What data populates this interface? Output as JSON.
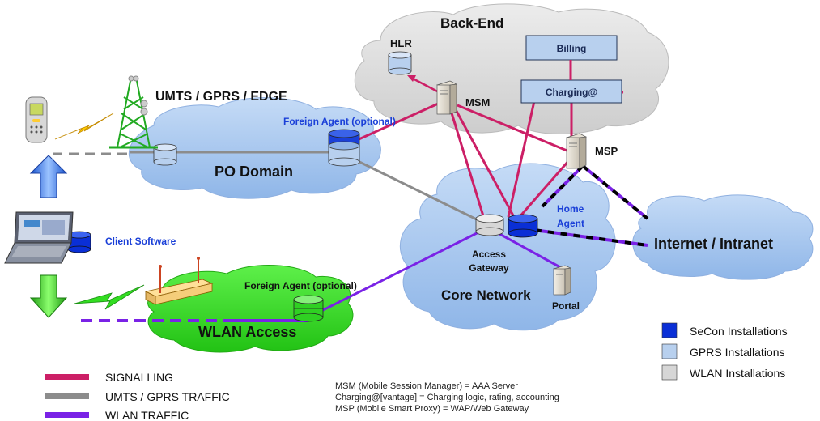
{
  "labels": {
    "backend": "Back-End",
    "hlr": "HLR",
    "billing": "Billing",
    "charging": "Charging@",
    "msm": "MSM",
    "msp": "MSP",
    "umts": "UMTS / GPRS / EDGE",
    "foreign_agent_top": "Foreign Agent (optional)",
    "po_domain": "PO Domain",
    "home_agent_line1": "Home",
    "home_agent_line2": "Agent",
    "internet": "Internet / Intranet",
    "access_gateway_line1": "Access",
    "access_gateway_line2": "Gateway",
    "core_network": "Core Network",
    "portal": "Portal",
    "client_software": "Client Software",
    "foreign_agent_bottom": "Foreign Agent (optional)",
    "wlan_access": "WLAN Access"
  },
  "legend_right": [
    {
      "label": "SeCon Installations",
      "color": "#0a2fd6"
    },
    {
      "label": "GPRS Installations",
      "color": "#b8d0ee"
    },
    {
      "label": "WLAN Installations",
      "color": "#d6d6d6"
    }
  ],
  "legend_lines": [
    {
      "label": "SIGNALLING",
      "color": "#cc1f66"
    },
    {
      "label": "UMTS / GPRS TRAFFIC",
      "color": "#8c8c8c"
    },
    {
      "label": "WLAN TRAFFIC",
      "color": "#7a22e6"
    }
  ],
  "notes": [
    "MSM (Mobile Session Manager) = AAA Server",
    "Charging@[vantage] = Charging logic, rating, accounting",
    "MSP (Mobile Smart Proxy) = WAP/Web Gateway"
  ],
  "colors": {
    "signalling": "#cc1f66",
    "umts_traffic": "#8c8c8c",
    "wlan_traffic": "#7a22e6",
    "blue_cloud": "#a9c8f0",
    "gray_cloud": "#dcdcdc",
    "green_cloud": "#33dd22"
  }
}
